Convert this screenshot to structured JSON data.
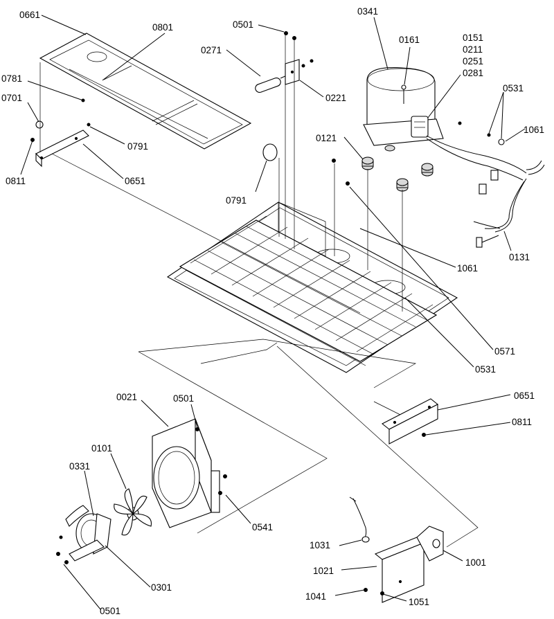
{
  "labels": {
    "p0661": "0661",
    "p0801": "0801",
    "p0781": "0781",
    "p0701": "0701",
    "p0791a": "0791",
    "p0811a": "0811",
    "p0651a": "0651",
    "p0501a": "0501",
    "p0271": "0271",
    "p0221": "0221",
    "p0791b": "0791",
    "p0341": "0341",
    "p0161": "0161",
    "p0151": "0151",
    "p0211": "0211",
    "p0251": "0251",
    "p0281": "0281",
    "p0531a": "0531",
    "p1061a": "1061",
    "p0121": "0121",
    "p0131": "0131",
    "p1061b": "1061",
    "p0571": "0571",
    "p0531b": "0531",
    "p0651b": "0651",
    "p0811b": "0811",
    "p0021": "0021",
    "p0501b": "0501",
    "p0101": "0101",
    "p0331": "0331",
    "p0541": "0541",
    "p0301": "0301",
    "p0501c": "0501",
    "p1031": "1031",
    "p1001": "1001",
    "p1021": "1021",
    "p1041": "1041",
    "p1051": "1051"
  }
}
